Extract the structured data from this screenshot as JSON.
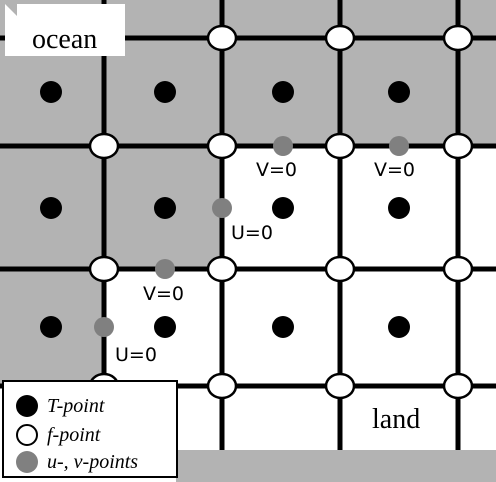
{
  "zones": {
    "ocean_label": "ocean",
    "land_label": "land"
  },
  "boundary_conditions": {
    "labels": [
      "V=0",
      "V=0",
      "U=0",
      "V=0",
      "U=0"
    ]
  },
  "legend": {
    "items": [
      {
        "label": "T-point",
        "symbol": "filled-black-circle",
        "color": "#000000"
      },
      {
        "label": "f-point",
        "symbol": "hollow-white-circle",
        "color": "#ffffff"
      },
      {
        "label": "u-, v-points",
        "symbol": "filled-grey-circle",
        "color": "#808080"
      }
    ]
  },
  "colors": {
    "ocean": "#b3b3b3",
    "land": "#ffffff",
    "grid_line": "#000000",
    "t_point": "#000000",
    "f_point": "#ffffff",
    "uv_point": "#808080"
  }
}
